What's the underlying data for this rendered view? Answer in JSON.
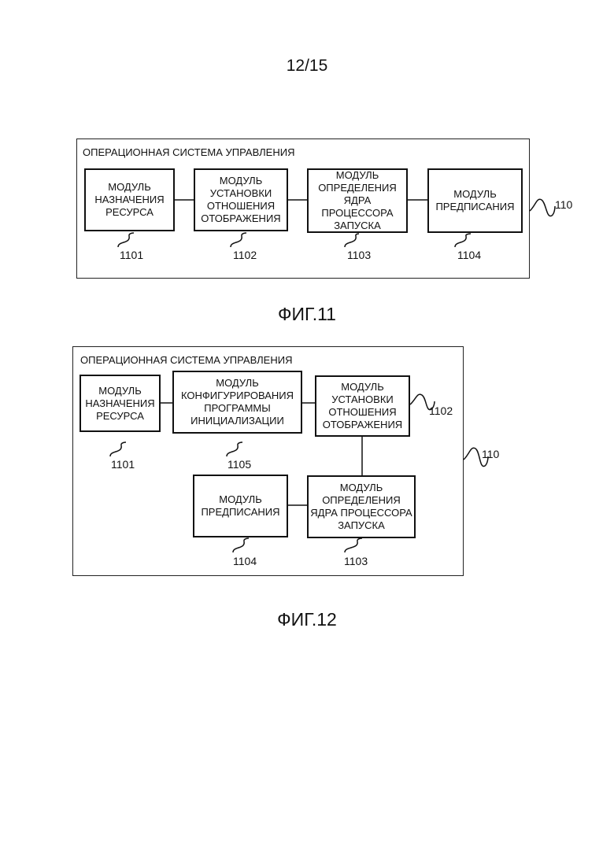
{
  "page": {
    "number": "12/15"
  },
  "fig11": {
    "caption": "ФИГ.11",
    "system_label": "ОПЕРАЦИОННАЯ СИСТЕМА УПРАВЛЕНИЯ",
    "system_ref": "110",
    "modules": [
      {
        "lines": [
          "МОДУЛЬ",
          "НАЗНАЧЕНИЯ",
          "РЕСУРСА"
        ],
        "ref": "1101"
      },
      {
        "lines": [
          "МОДУЛЬ УСТАНОВКИ",
          "ОТНОШЕНИЯ",
          "ОТОБРАЖЕНИЯ"
        ],
        "ref": "1102"
      },
      {
        "lines": [
          "МОДУЛЬ",
          "ОПРЕДЕЛЕНИЯ ЯДРА",
          "ПРОЦЕССОРА",
          "ЗАПУСКА"
        ],
        "ref": "1103"
      },
      {
        "lines": [
          "МОДУЛЬ",
          "ПРЕДПИСАНИЯ"
        ],
        "ref": "1104"
      }
    ]
  },
  "fig12": {
    "caption": "ФИГ.12",
    "system_label": "ОПЕРАЦИОННАЯ СИСТЕМА УПРАВЛЕНИЯ",
    "system_ref": "110",
    "modules": [
      {
        "lines": [
          "МОДУЛЬ",
          "НАЗНАЧЕНИЯ",
          "РЕСУРСА"
        ],
        "ref": "1101"
      },
      {
        "lines": [
          "МОДУЛЬ",
          "КОНФИГУРИРОВАНИЯ",
          "ПРОГРАММЫ",
          "ИНИЦИАЛИЗАЦИИ"
        ],
        "ref": "1105"
      },
      {
        "lines": [
          "МОДУЛЬ УСТАНОВКИ",
          "ОТНОШЕНИЯ",
          "ОТОБРАЖЕНИЯ"
        ],
        "ref": "1102"
      },
      {
        "lines": [
          "МОДУЛЬ",
          "ПРЕДПИСАНИЯ"
        ],
        "ref": "1104"
      },
      {
        "lines": [
          "МОДУЛЬ ОПРЕДЕЛЕНИЯ",
          "ЯДРА ПРОЦЕССОРА",
          "ЗАПУСКА"
        ],
        "ref": "1103"
      }
    ]
  }
}
